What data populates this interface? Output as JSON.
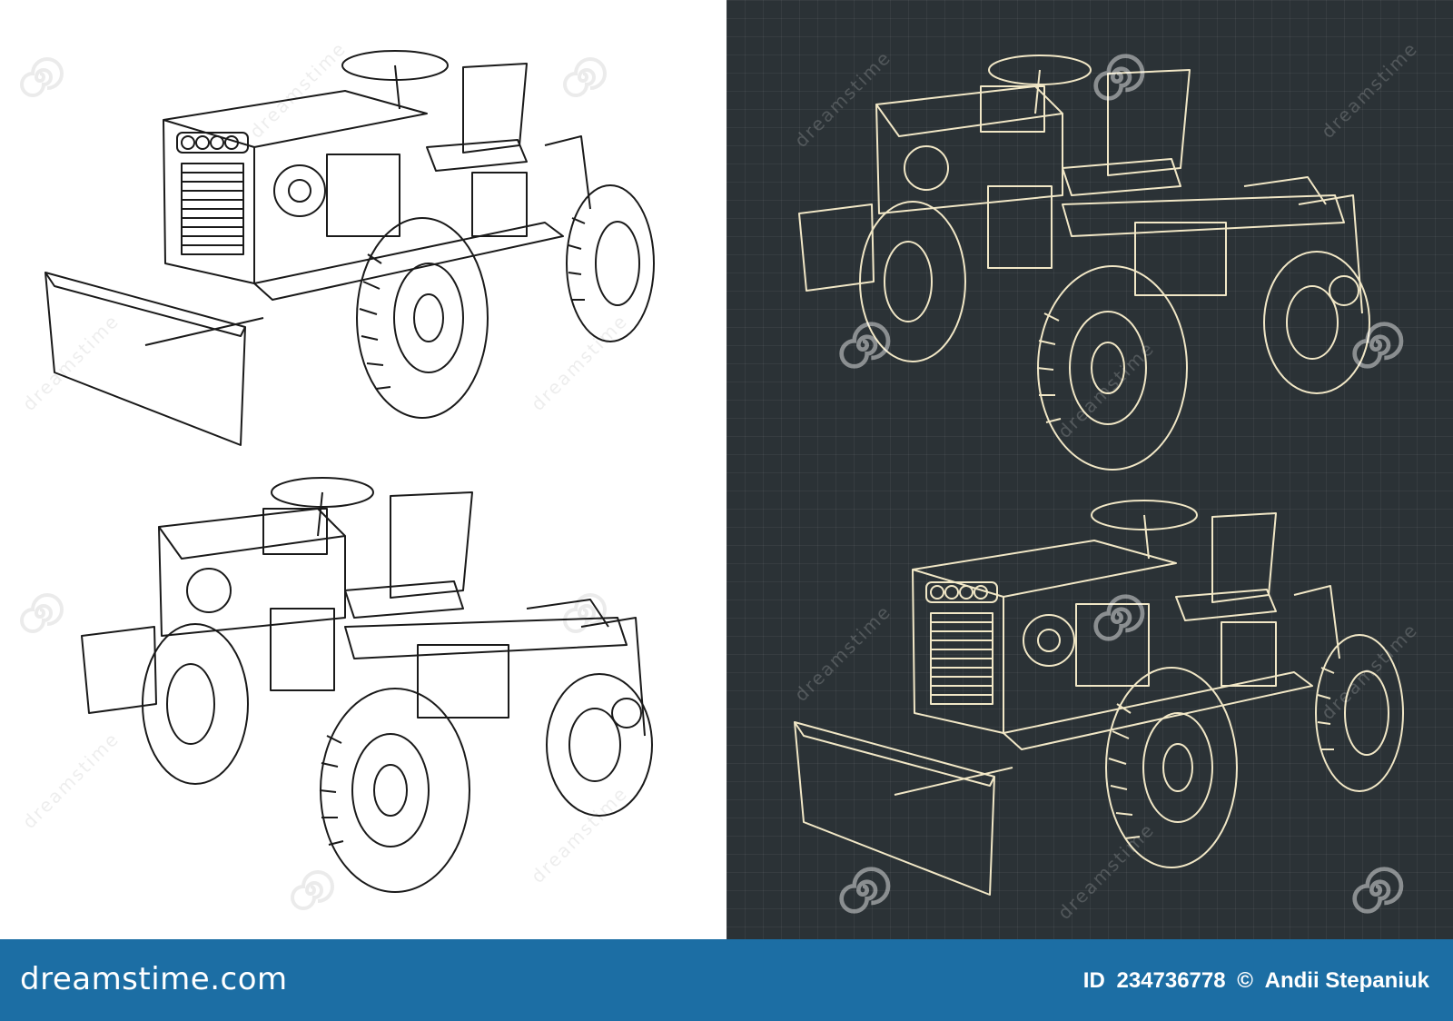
{
  "footer": {
    "brand": "dreamstime.com",
    "id_label": "ID",
    "id_number": "234736778",
    "copyright_symbol": "©",
    "author": "Andii Stepaniuk",
    "background_color": "#1c6ea4"
  },
  "watermark": {
    "text": "dreamstime"
  },
  "colors": {
    "light_line": "#1a1a1a",
    "dark_line": "#f1e7c6",
    "dark_bg": "#2b3236"
  }
}
